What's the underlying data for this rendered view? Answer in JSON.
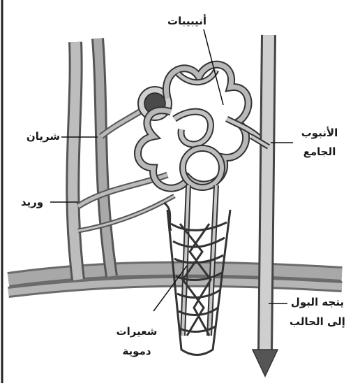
{
  "labels": {
    "tubules": "أنيبيبات",
    "artery": "شريان",
    "vein": "وريد",
    "collecting_duct_1": "الأنبوب",
    "collecting_duct_2": "الجامع",
    "urine_1": "يتجه البول",
    "urine_2": "إلى الحالب",
    "capillaries_1": "شعيرات",
    "capillaries_2": "دموية"
  },
  "colors": {
    "stroke": "#2b2b2b",
    "vessel": "#9a9a9a",
    "vessel_light": "#c8c8c8",
    "tubule": "#b5b5b5",
    "dark_glomerulus": "#4a4a4a"
  }
}
